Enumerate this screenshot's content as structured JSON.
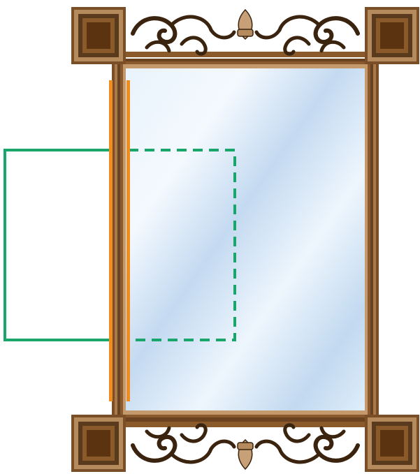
{
  "colors": {
    "frame_dark": "#5a3a1d",
    "frame_mid": "#8b5a2b",
    "frame_light": "#b58a5c",
    "carving": "#c8a077",
    "carving_outline": "#3a2410",
    "glass_a": "#b7d3ee",
    "glass_b": "#eef6fd",
    "solid_rect": "#1aa56a",
    "reflected_rect": "#1aa56a",
    "mirror_edge_marker": "#f28c1c"
  },
  "icons": {
    "mirror": "ornate-mirror-icon",
    "object": "rectangle-object",
    "image": "dashed-rectangle-image",
    "edge": "mirror-line"
  }
}
